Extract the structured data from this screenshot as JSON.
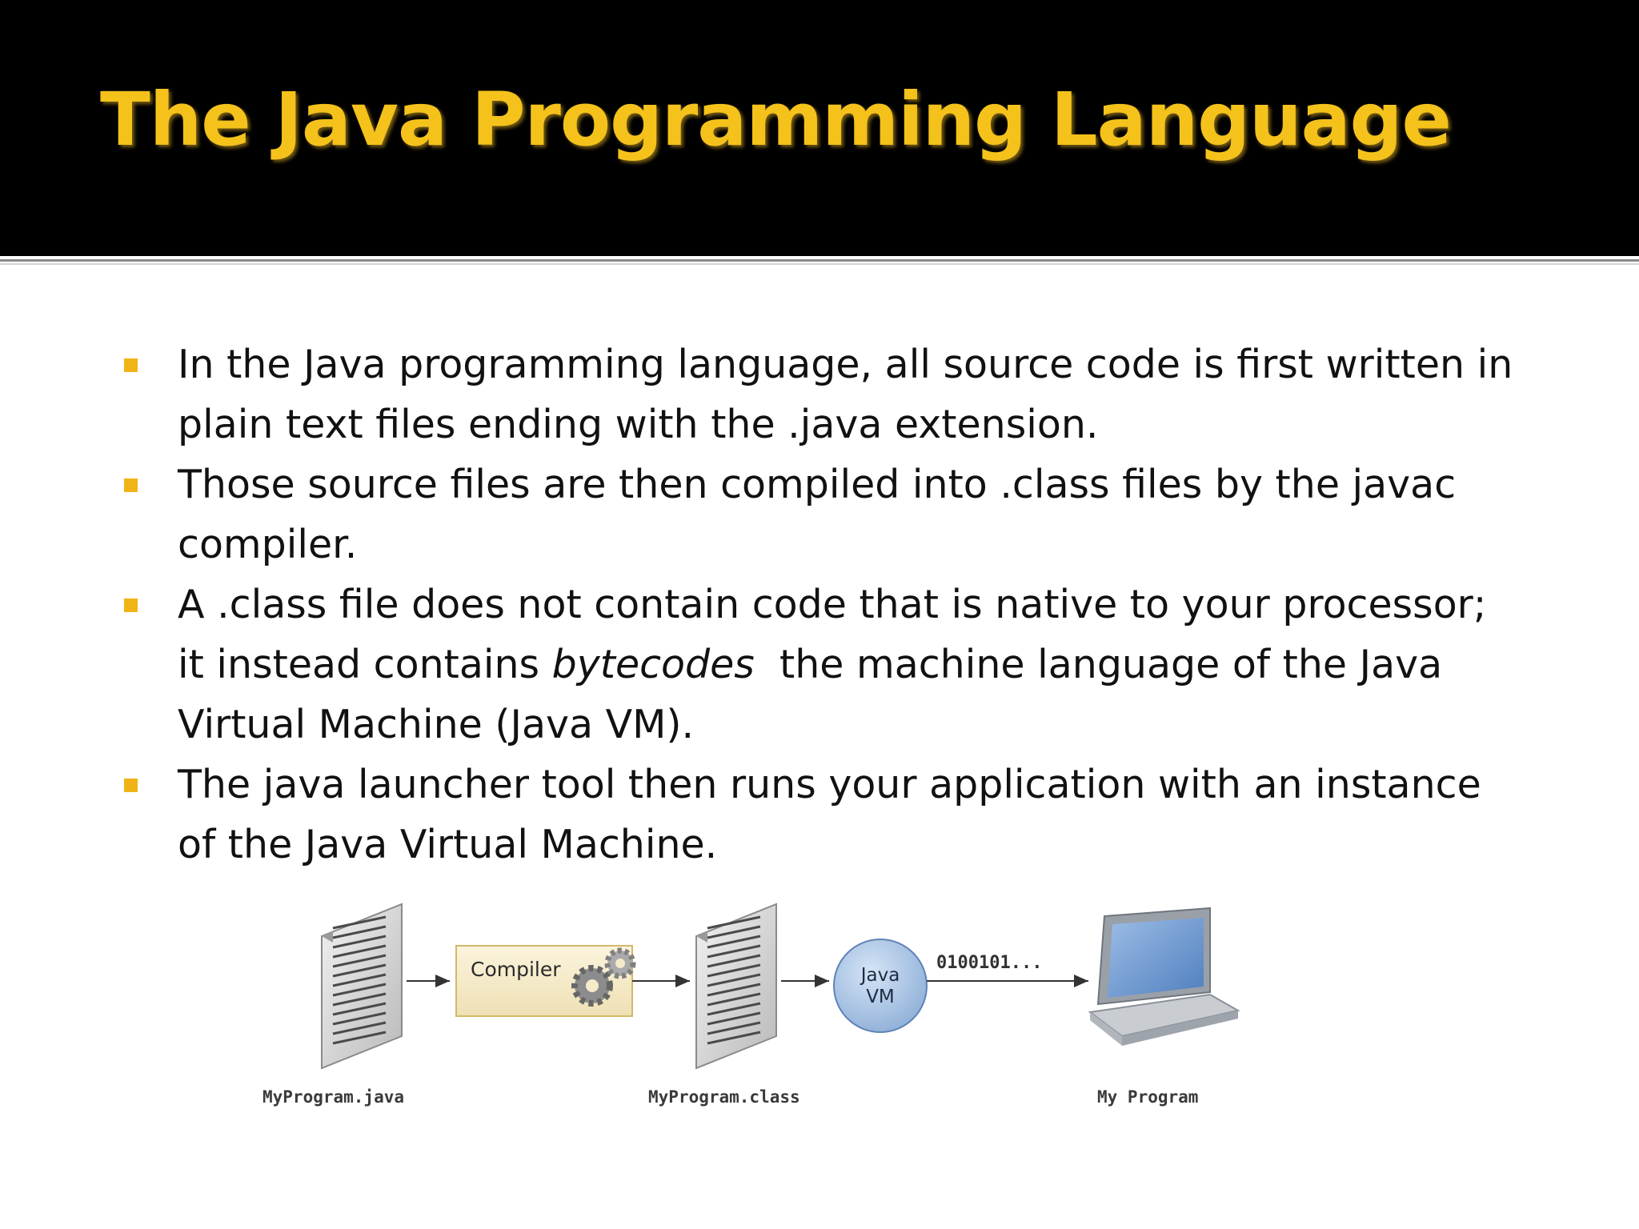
{
  "slide": {
    "title": "The Java Programming Language",
    "title_color": "#f4c21b",
    "header_bg": "#000000",
    "bullet_color": "#f1b317"
  },
  "bullets": [
    {
      "text": "In the Java programming language, all source code is first written in plain text files ending with the .java extension."
    },
    {
      "text": "Those source files are then compiled into .class files by the javac compiler."
    },
    {
      "text_before": "A .class file does not contain code that is native to your processor; it instead contains ",
      "italic": "bytecodes",
      "text_after": "  the machine language of the Java Virtual Machine (Java VM)."
    },
    {
      "text": "The java launcher tool then runs your application with an instance of the Java Virtual Machine."
    }
  ],
  "diagram": {
    "source_file": "MyProgram.java",
    "compiler_label": "Compiler",
    "class_file": "MyProgram.class",
    "vm_line1": "Java",
    "vm_line2": "VM",
    "binary": "0100101...",
    "program": "My Program",
    "icons": [
      "document-icon",
      "gears-icon",
      "document-icon",
      "laptop-icon"
    ]
  }
}
